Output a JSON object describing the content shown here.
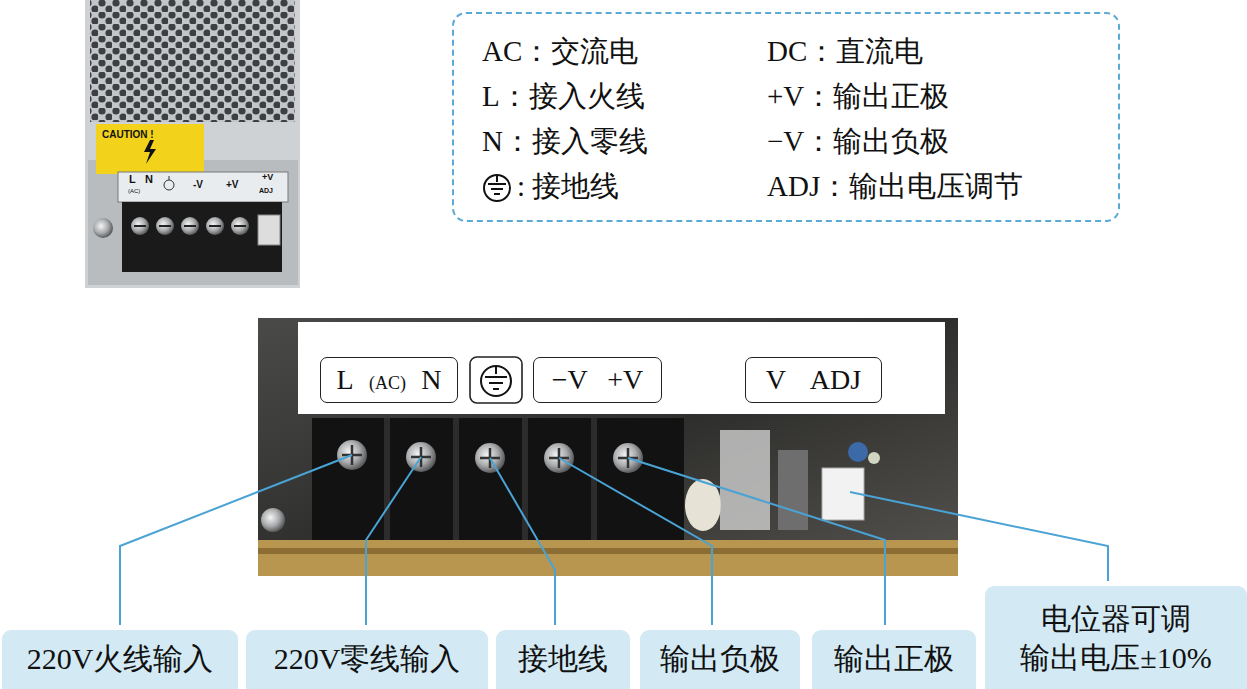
{
  "diagram": {
    "nodes": [
      {
        "text": [
          "AC：交流电",
          "DC：直流电",
          "L：接入火线",
          "+V：输出正极",
          "N：接入零线",
          "−V：输出负极",
          ": 接地线",
          "ADJ：输出电压调节"
        ]
      },
      {
        "text": [
          "L",
          "(AC)",
          "N"
        ]
      },
      {
        "text": [
          "−V",
          "+V"
        ]
      },
      {
        "text": [
          "V",
          "ADJ"
        ]
      },
      {
        "text": [
          "220V火线输入"
        ]
      },
      {
        "text": [
          "220V零线输入"
        ]
      },
      {
        "text": [
          "接地线"
        ]
      },
      {
        "text": [
          "输出负极"
        ]
      },
      {
        "text": [
          "输出正极"
        ]
      },
      {
        "text": [
          "电位器可调 输出电压±10%"
        ]
      }
    ],
    "labels": [
      "CAUTION !",
      "L",
      "(AC)",
      "N",
      "-V",
      "+V",
      "+V",
      "ADJ"
    ]
  }
}
